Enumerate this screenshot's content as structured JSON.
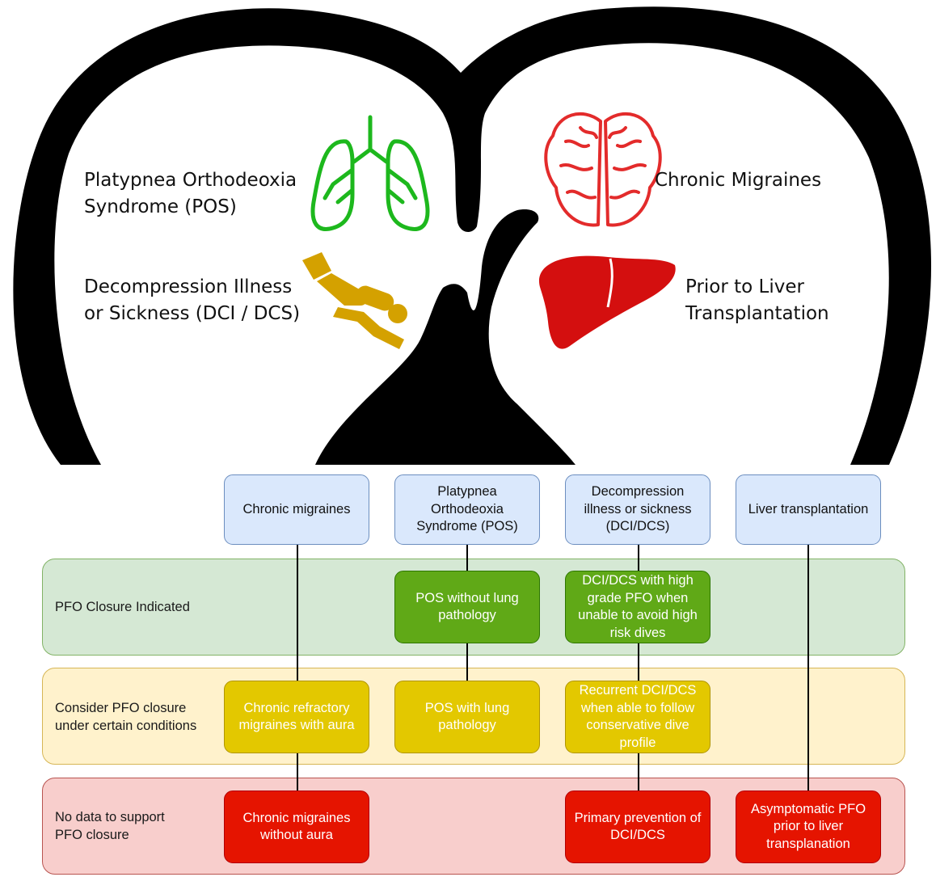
{
  "illustration": {
    "labels": {
      "pos": "Platypnea Orthodeoxia\nSyndrome (POS)",
      "migraines": "Chronic Migraines",
      "dci": "Decompression Illness\nor Sickness (DCI / DCS)",
      "liver": "Prior to Liver\nTransplantation"
    },
    "icons": [
      "lungs-icon",
      "brain-icon",
      "scuba-diver-icon",
      "liver-icon",
      "heart-outline"
    ],
    "colors": {
      "lungs": "#1db81d",
      "brain": "#e32b2b",
      "diver": "#d4a100",
      "liver": "#d40f0f",
      "heart": "#000000"
    }
  },
  "flowchart": {
    "columns": [
      {
        "header": "Chronic migraines"
      },
      {
        "header": "Platypnea\nOrthodeoxia\nSyndrome (POS)"
      },
      {
        "header": "Decompression\nillness or sickness\n(DCI/DCS)"
      },
      {
        "header": "Liver transplantation"
      }
    ],
    "rows": [
      {
        "label": "PFO Closure Indicated",
        "color": "#d5e8d4"
      },
      {
        "label": "Consider PFO closure\nunder certain conditions",
        "color": "#fff2cc"
      },
      {
        "label": "No data to support\nPFO closure",
        "color": "#f8cecc"
      }
    ],
    "cells": {
      "indicated_pos": "POS without lung\npathology",
      "indicated_dci": "DCI/DCS with high\ngrade PFO when\nunable to avoid high\nrisk dives",
      "consider_migraines": "Chronic refractory\nmigraines with aura",
      "consider_pos": "POS with lung\npathology",
      "consider_dci": "Recurrent DCI/DCS\nwhen able to follow\nconservative dive\nprofile",
      "nodata_migraines": "Chronic migraines\nwithout aura",
      "nodata_dci": "Primary prevention of\nDCI/DCS",
      "nodata_liver": "Asymptomatic PFO\nprior to liver\ntransplanation"
    }
  }
}
